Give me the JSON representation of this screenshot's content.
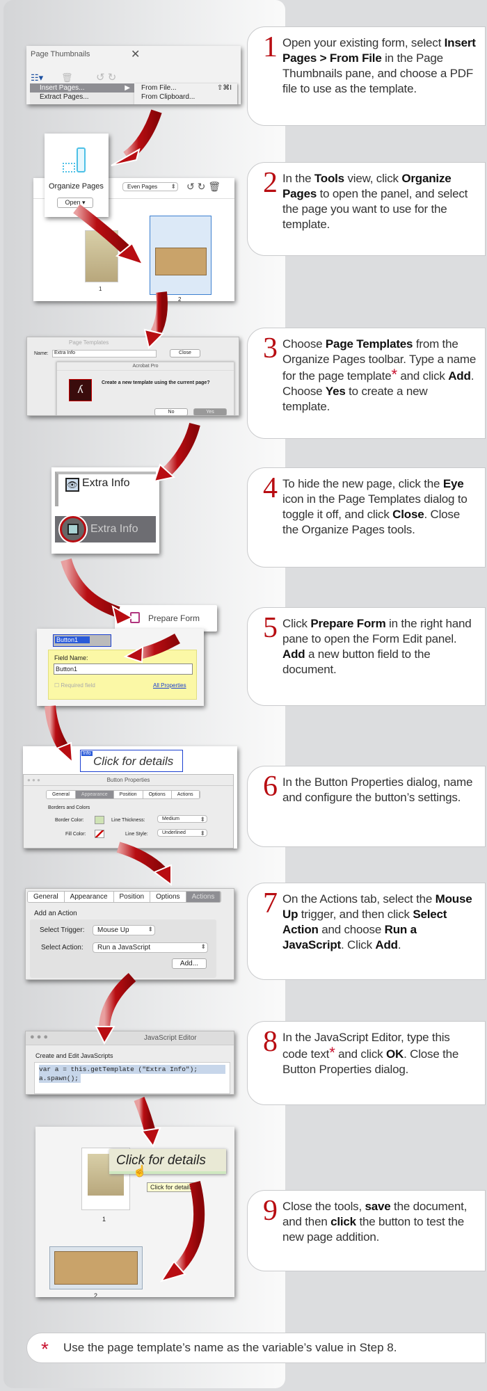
{
  "accent_color": "#b80d12",
  "steps": [
    {
      "num": "1",
      "parts": [
        {
          "t": "Open your existing form, select "
        },
        {
          "t": "Insert Pages > From File",
          "b": true
        },
        {
          "t": " in the Page Thumbnails pane, and choose a PDF file to use as the template."
        }
      ]
    },
    {
      "num": "2",
      "parts": [
        {
          "t": "In the "
        },
        {
          "t": "Tools",
          "b": true
        },
        {
          "t": " view, click "
        },
        {
          "t": "Organize Pages",
          "b": true
        },
        {
          "t": " to open the panel, and select the page you want to use for the template."
        }
      ]
    },
    {
      "num": "3",
      "parts": [
        {
          "t": "Choose "
        },
        {
          "t": "Page Templates",
          "b": true
        },
        {
          "t": " from the Organize Pages toolbar. Type a name for the page template"
        },
        {
          "t": "*",
          "a": true
        },
        {
          "t": " and click "
        },
        {
          "t": "Add",
          "b": true
        },
        {
          "t": ". Choose "
        },
        {
          "t": "Yes",
          "b": true
        },
        {
          "t": " to create a new template."
        }
      ]
    },
    {
      "num": "4",
      "parts": [
        {
          "t": "To hide the new page, click the "
        },
        {
          "t": "Eye",
          "b": true
        },
        {
          "t": " icon in the Page Templates dialog to toggle it off, and click "
        },
        {
          "t": "Close",
          "b": true
        },
        {
          "t": ". Close the Organize Pages tools."
        }
      ]
    },
    {
      "num": "5",
      "parts": [
        {
          "t": "Click "
        },
        {
          "t": "Prepare Form",
          "b": true
        },
        {
          "t": " in the right hand pane to open the Form Edit panel. "
        },
        {
          "t": "Add",
          "b": true
        },
        {
          "t": " a new button field to the document."
        }
      ]
    },
    {
      "num": "6",
      "parts": [
        {
          "t": "In the Button Properties dialog, name and configure the button’s settings."
        }
      ]
    },
    {
      "num": "7",
      "parts": [
        {
          "t": "On the Actions tab, select the "
        },
        {
          "t": "Mouse Up",
          "b": true
        },
        {
          "t": " trigger, and then click "
        },
        {
          "t": "Select Action",
          "b": true
        },
        {
          "t": " and choose "
        },
        {
          "t": "Run a JavaScript",
          "b": true
        },
        {
          "t": ". Click "
        },
        {
          "t": "Add",
          "b": true
        },
        {
          "t": "."
        }
      ]
    },
    {
      "num": "8",
      "parts": [
        {
          "t": "In the JavaScript Editor, type this code text"
        },
        {
          "t": "*",
          "a": true
        },
        {
          "t": " and click "
        },
        {
          "t": "OK",
          "b": true
        },
        {
          "t": ". Close the Button Properties dialog."
        }
      ]
    },
    {
      "num": "9",
      "parts": [
        {
          "t": "Close the tools, "
        },
        {
          "t": "save",
          "b": true
        },
        {
          "t": " the document, and then "
        },
        {
          "t": "click",
          "b": true
        },
        {
          "t": " the button to test the new page addition."
        }
      ]
    }
  ],
  "footnote": {
    "star": "*",
    "text": "Use the page template’s name as the variable’s value in Step 8."
  },
  "shot1": {
    "title": "Page Thumbnails",
    "menu": [
      "Insert Pages...",
      "Extract Pages..."
    ],
    "submenu": [
      "From File...",
      "From Clipboard..."
    ],
    "shortcut": "⇧⌘I"
  },
  "shot2": {
    "tool": "Organize Pages",
    "open": "Open",
    "filter": "Even Pages",
    "pages": [
      "1",
      "2"
    ]
  },
  "shot3": {
    "dialog": "Page Templates",
    "name_label": "Name:",
    "name_value": "Extra Info",
    "close": "Close",
    "alert_title": "Acrobat Pro",
    "alert_text": "Create a new template using the current page?",
    "no": "No",
    "yes": "Yes"
  },
  "shot4": {
    "item": "Extra Info"
  },
  "shot5": {
    "prepare": "Prepare Form",
    "button": "Button1",
    "field_label": "Field Name:",
    "field_value": "Button1",
    "required": "Required field",
    "all_props": "All Properties"
  },
  "shot6": {
    "button_text": "Click for details",
    "tag": "Info",
    "title": "Button Properties",
    "tabs": [
      "General",
      "Appearance",
      "Position",
      "Options",
      "Actions"
    ],
    "section": "Borders and Colors",
    "border_label": "Border Color:",
    "fill_label": "Fill Color:",
    "thick_label": "Line Thickness:",
    "thick_value": "Medium",
    "style_label": "Line Style:",
    "style_value": "Underlined"
  },
  "shot7": {
    "tabs": [
      "General",
      "Appearance",
      "Position",
      "Options",
      "Actions"
    ],
    "section": "Add an Action",
    "trigger_label": "Select Trigger:",
    "trigger_value": "Mouse Up",
    "action_label": "Select Action:",
    "action_value": "Run a JavaScript",
    "add": "Add..."
  },
  "shot8": {
    "title": "JavaScript Editor",
    "section": "Create and Edit JavaScripts",
    "code": [
      "var a = this.getTemplate (\"Extra Info\");",
      "a.spawn();"
    ]
  },
  "shot9": {
    "button_text": "Click for details",
    "tooltip": "Click for details",
    "pages": [
      "1",
      "2"
    ]
  }
}
